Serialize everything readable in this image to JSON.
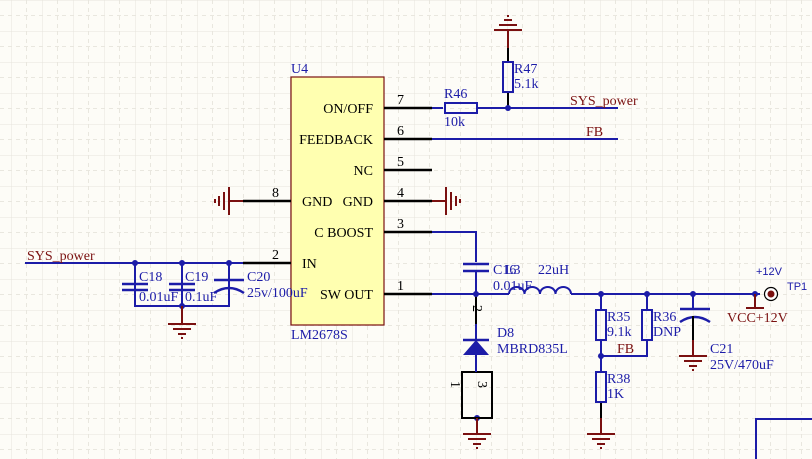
{
  "sheet": {
    "background": "#fdfcf7",
    "colors": {
      "wire": "#1c1ca8",
      "component": "#1c1ca8",
      "power": "#7a1010",
      "pin": "#000000",
      "ic_fill": "#ffffb0",
      "ic_border": "#7a1010",
      "designator": "#1c1ca8",
      "net_label": "#7a1010"
    }
  },
  "ic": {
    "designator": "U4",
    "part": "LM2678S",
    "pins": [
      {
        "num": "7",
        "name": "ON/OFF"
      },
      {
        "num": "6",
        "name": "FEEDBACK"
      },
      {
        "num": "5",
        "name": "NC"
      },
      {
        "num": "8",
        "name": "GND"
      },
      {
        "num": "4",
        "name": "GND"
      },
      {
        "num": "3",
        "name": "C BOOST"
      },
      {
        "num": "2",
        "name": "IN"
      },
      {
        "num": "1",
        "name": "SW OUT"
      }
    ]
  },
  "net_labels": {
    "sys_power_top": "SYS_power",
    "sys_power_left": "SYS_power",
    "fb_top": "FB",
    "fb_divider": "FB",
    "vcc": "VCC+12V",
    "plus12v": "+12V"
  },
  "components": {
    "r46": {
      "ref": "R46",
      "value": "10k"
    },
    "r47": {
      "ref": "R47",
      "value": "5.1k"
    },
    "c18": {
      "ref": "C18",
      "value": "0.01uF"
    },
    "c19": {
      "ref": "C19",
      "value": "0.1uF"
    },
    "c20": {
      "ref": "C20",
      "value": "25v/100uF"
    },
    "c16": {
      "ref": "C16",
      "value": "0.01uF"
    },
    "l3": {
      "ref": "L3",
      "value": "22uH"
    },
    "d8": {
      "ref": "D8",
      "value": "MBRD835L",
      "pin_top": "2",
      "pin_left": "1",
      "pin_right": "3"
    },
    "r35": {
      "ref": "R35",
      "value": "9.1k"
    },
    "r36": {
      "ref": "R36",
      "value": "DNP"
    },
    "r38": {
      "ref": "R38",
      "value": "1K"
    },
    "c21": {
      "ref": "C21",
      "value": "25V/470uF"
    },
    "tp1": {
      "ref": "TP1"
    }
  }
}
